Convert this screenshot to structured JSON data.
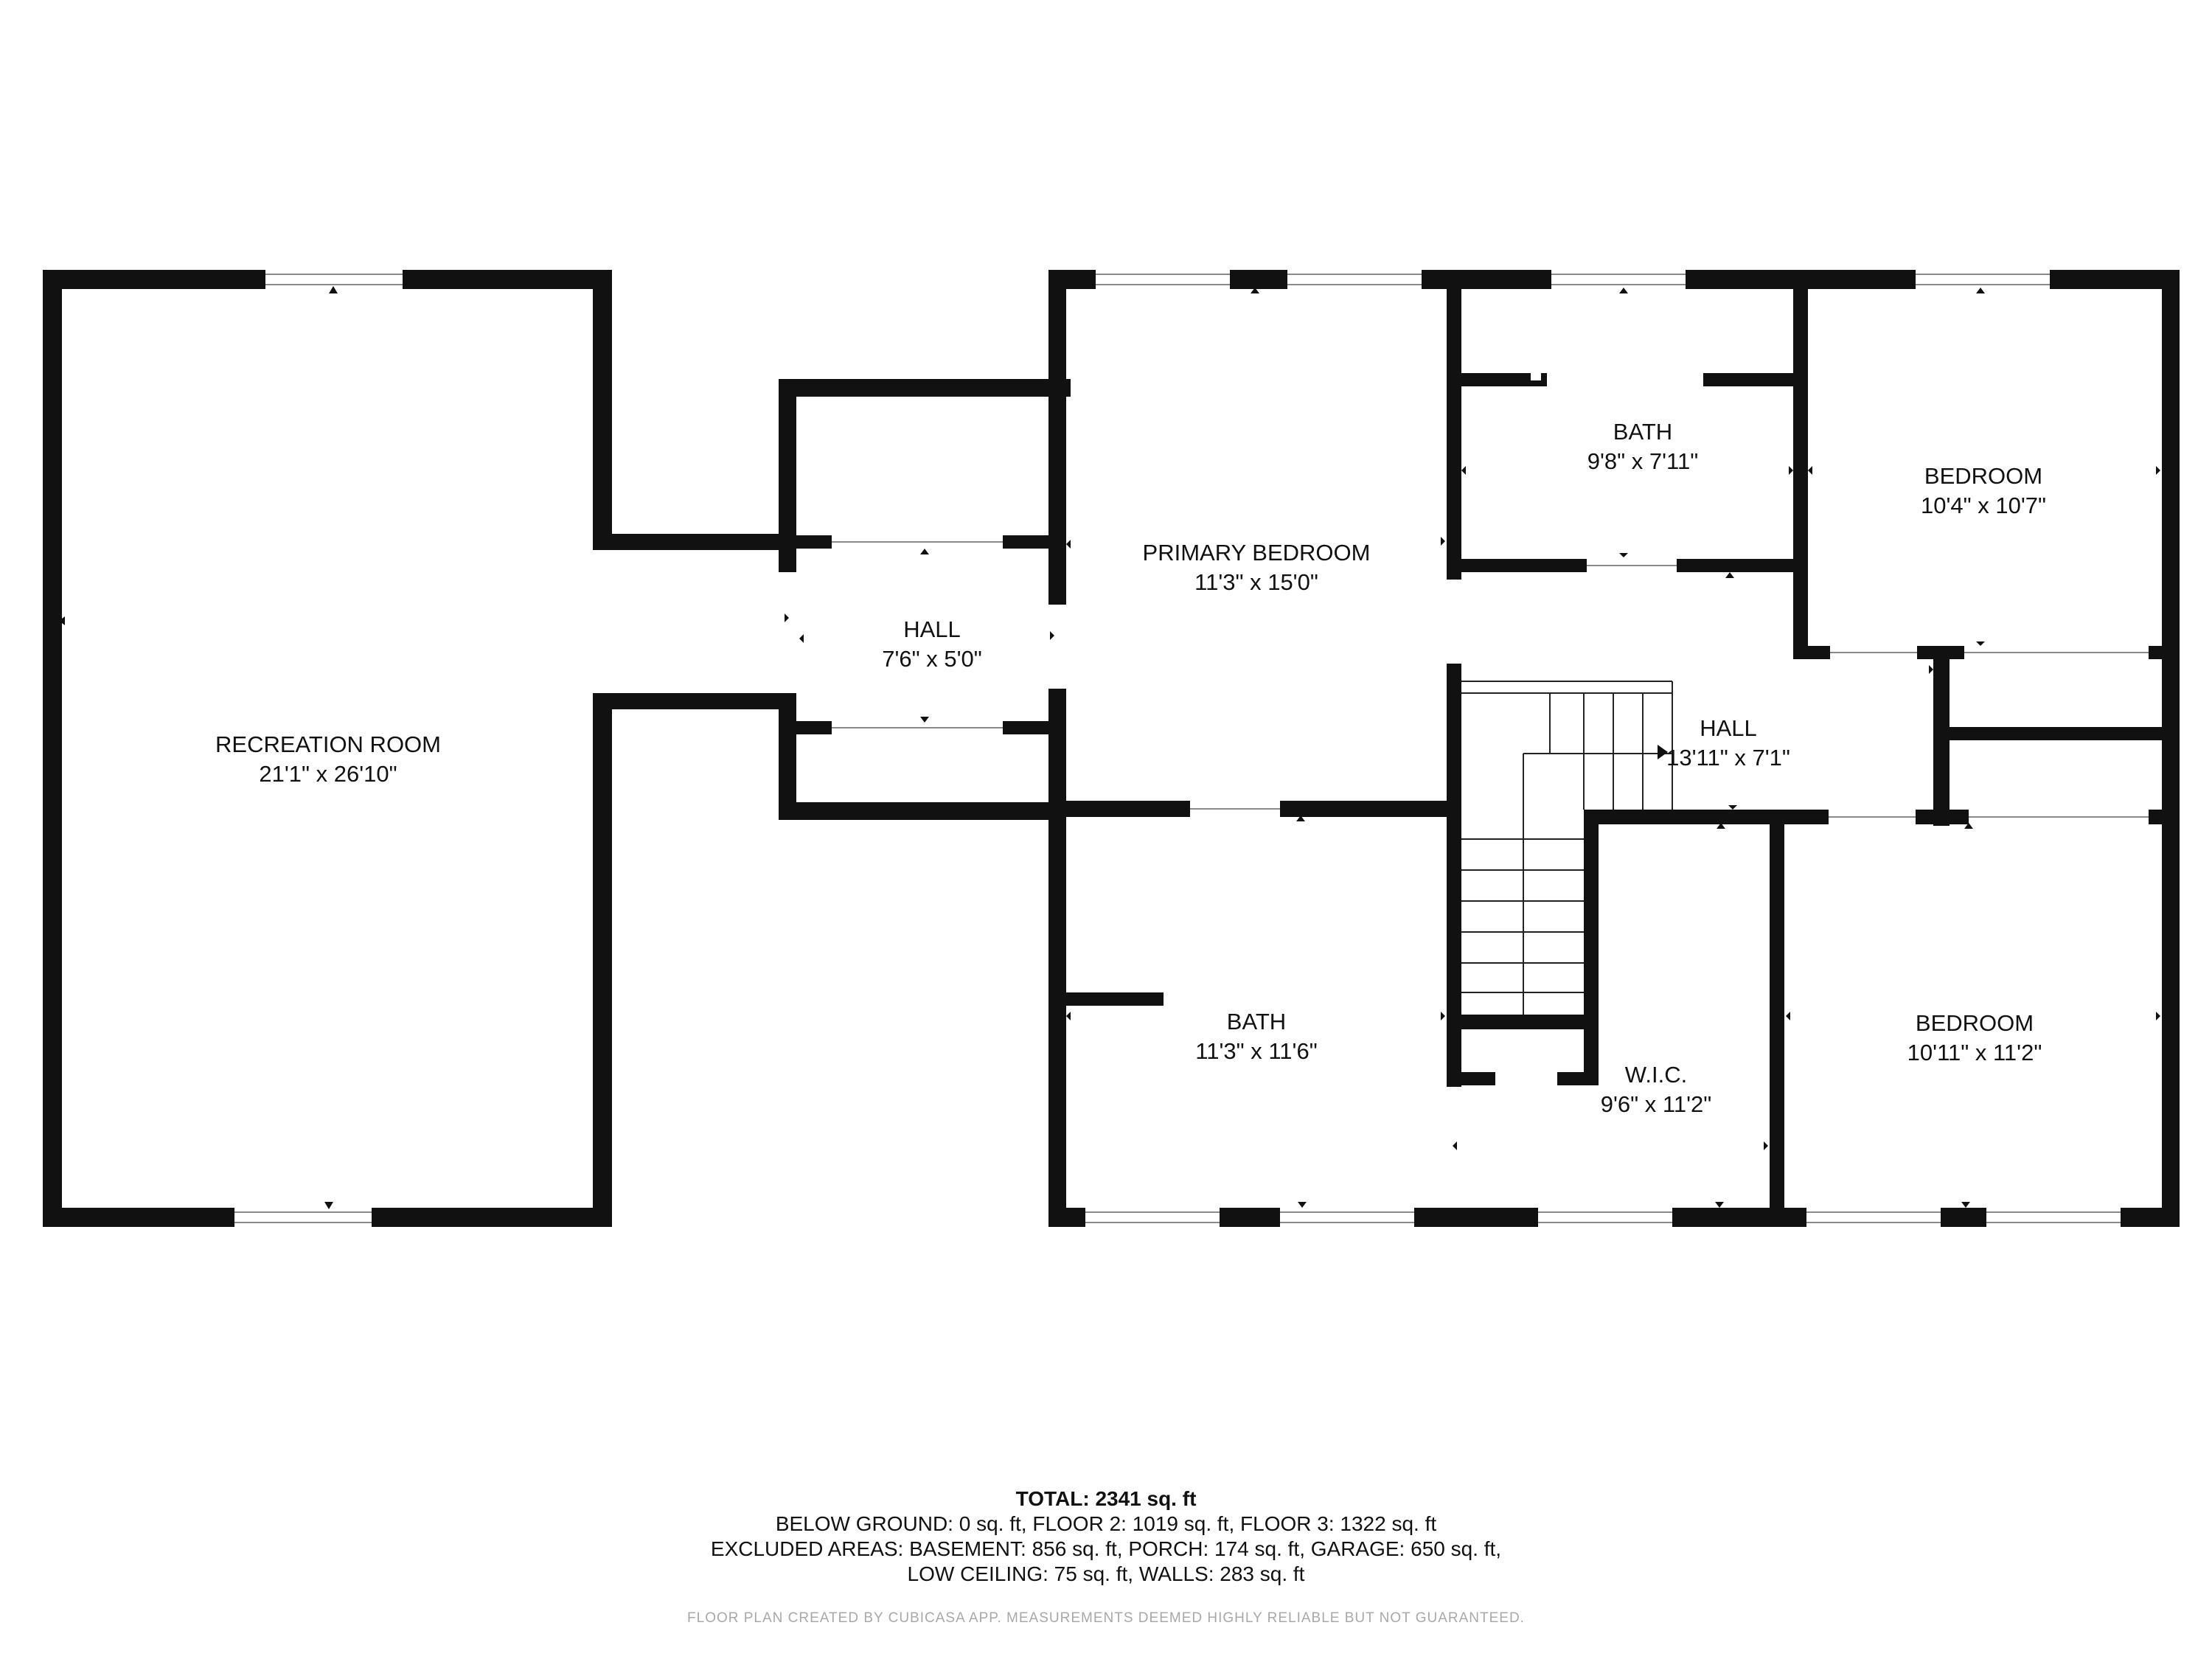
{
  "rooms": [
    {
      "id": "recreation-room",
      "name": "RECREATION ROOM",
      "dims": "21'1\" x 26'10\""
    },
    {
      "id": "hall-left",
      "name": "HALL",
      "dims": "7'6\" x 5'0\""
    },
    {
      "id": "primary-bedroom",
      "name": "PRIMARY BEDROOM",
      "dims": "11'3\" x 15'0\""
    },
    {
      "id": "bath-upper",
      "name": "BATH",
      "dims": "9'8\" x 7'11\""
    },
    {
      "id": "bedroom-upper",
      "name": "BEDROOM",
      "dims": "10'4\" x 10'7\""
    },
    {
      "id": "hall-right",
      "name": "HALL",
      "dims": "13'11\" x 7'1\""
    },
    {
      "id": "bath-lower",
      "name": "BATH",
      "dims": "11'3\" x 11'6\""
    },
    {
      "id": "wic",
      "name": "W.I.C.",
      "dims": "9'6\" x 11'2\""
    },
    {
      "id": "bedroom-lower",
      "name": "BEDROOM",
      "dims": "10'11\" x 11'2\""
    }
  ],
  "summary": {
    "total": "TOTAL: 2341 sq. ft",
    "line1": "BELOW GROUND: 0 sq. ft, FLOOR 2: 1019 sq. ft, FLOOR 3: 1322 sq. ft",
    "line2": "EXCLUDED AREAS: BASEMENT: 856 sq. ft, PORCH: 174 sq. ft, GARAGE: 650 sq. ft,",
    "line3": "LOW CEILING: 75 sq. ft, WALLS: 283 sq. ft"
  },
  "disclaimer": "FLOOR PLAN CREATED BY CUBICASA APP. MEASUREMENTS DEEMED HIGHLY RELIABLE BUT NOT GUARANTEED.",
  "colors": {
    "wall": "#111111",
    "background": "#ffffff",
    "disclaimer": "#a8a8a8"
  }
}
